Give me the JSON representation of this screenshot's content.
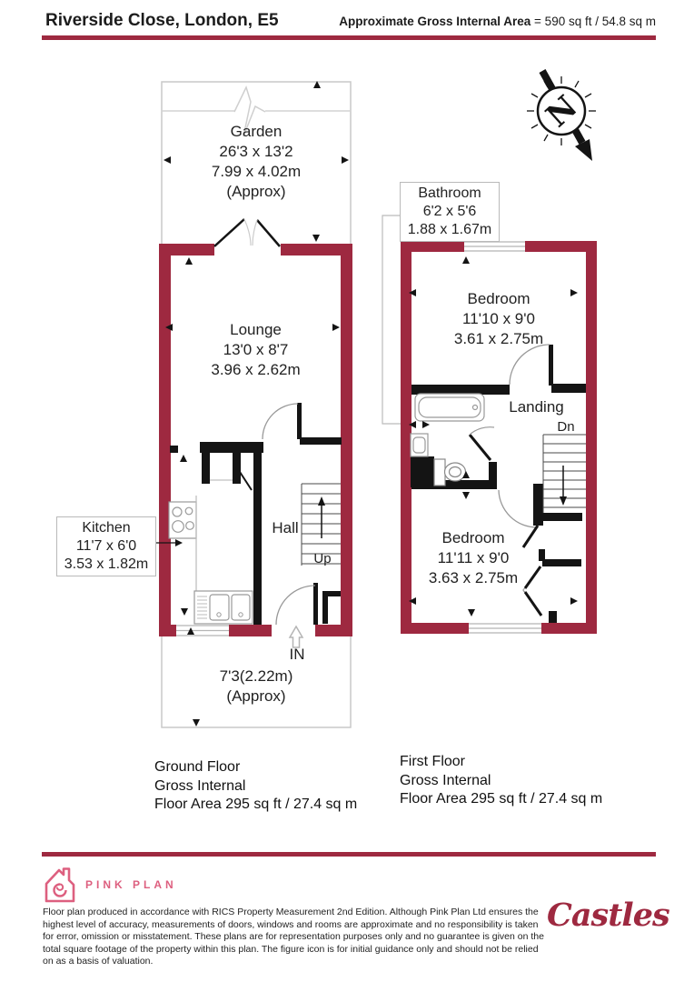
{
  "header": {
    "title": "Riverside Close, London, E5",
    "area_label": "Approximate Gross Internal Area",
    "area_value": "= 590 sq ft / 54.8 sq m"
  },
  "compass": {
    "north_letter": "N"
  },
  "ground_floor": {
    "garden": {
      "name": "Garden",
      "imperial": "26'3 x 13'2",
      "metric": "7.99 x 4.02m",
      "approx": "(Approx)"
    },
    "lounge": {
      "name": "Lounge",
      "imperial": "13'0 x 8'7",
      "metric": "3.96 x 2.62m"
    },
    "kitchen": {
      "name": "Kitchen",
      "imperial": "11'7 x 6'0",
      "metric": "3.53 x 1.82m"
    },
    "hall_label": "Hall",
    "stairs_label": "Up",
    "entrance_label": "IN",
    "front_path": {
      "dimension": "7'3(2.22m)",
      "approx": "(Approx)"
    },
    "caption": {
      "line1": "Ground Floor",
      "line2": "Gross Internal",
      "line3": "Floor Area 295 sq ft / 27.4 sq m"
    }
  },
  "first_floor": {
    "bathroom": {
      "name": "Bathroom",
      "imperial": "6'2 x 5'6",
      "metric": "1.88 x 1.67m"
    },
    "bedroom_rear": {
      "name": "Bedroom",
      "imperial": "11'10 x 9'0",
      "metric": "3.61 x 2.75m"
    },
    "bedroom_front": {
      "name": "Bedroom",
      "imperial": "11'11 x 9'0",
      "metric": "3.63 x 2.75m"
    },
    "landing_label": "Landing",
    "stairs_label": "Dn",
    "caption": {
      "line1": "First Floor",
      "line2": "Gross Internal",
      "line3": "Floor Area 295 sq ft / 27.4 sq m"
    }
  },
  "footer": {
    "producer_brand": "PINK PLAN",
    "disclaimer": "Floor plan produced in accordance with RICS Property Measurement 2nd Edition. Although Pink Plan Ltd ensures the highest level of accuracy, measurements of doors, windows and rooms are approximate and no responsibility is taken for error, omission or misstatement. These plans are for representation purposes only and no guarantee is given on the total square footage of the property within this plan. The figure icon is for initial guidance only and should not be relied on as a basis of valuation.",
    "agency_logo_text": "Castles"
  },
  "colors": {
    "wall": "#9e2940",
    "accent_pink": "#dd5f7f",
    "ink": "#141414",
    "line_gray": "#c9c9c9"
  }
}
